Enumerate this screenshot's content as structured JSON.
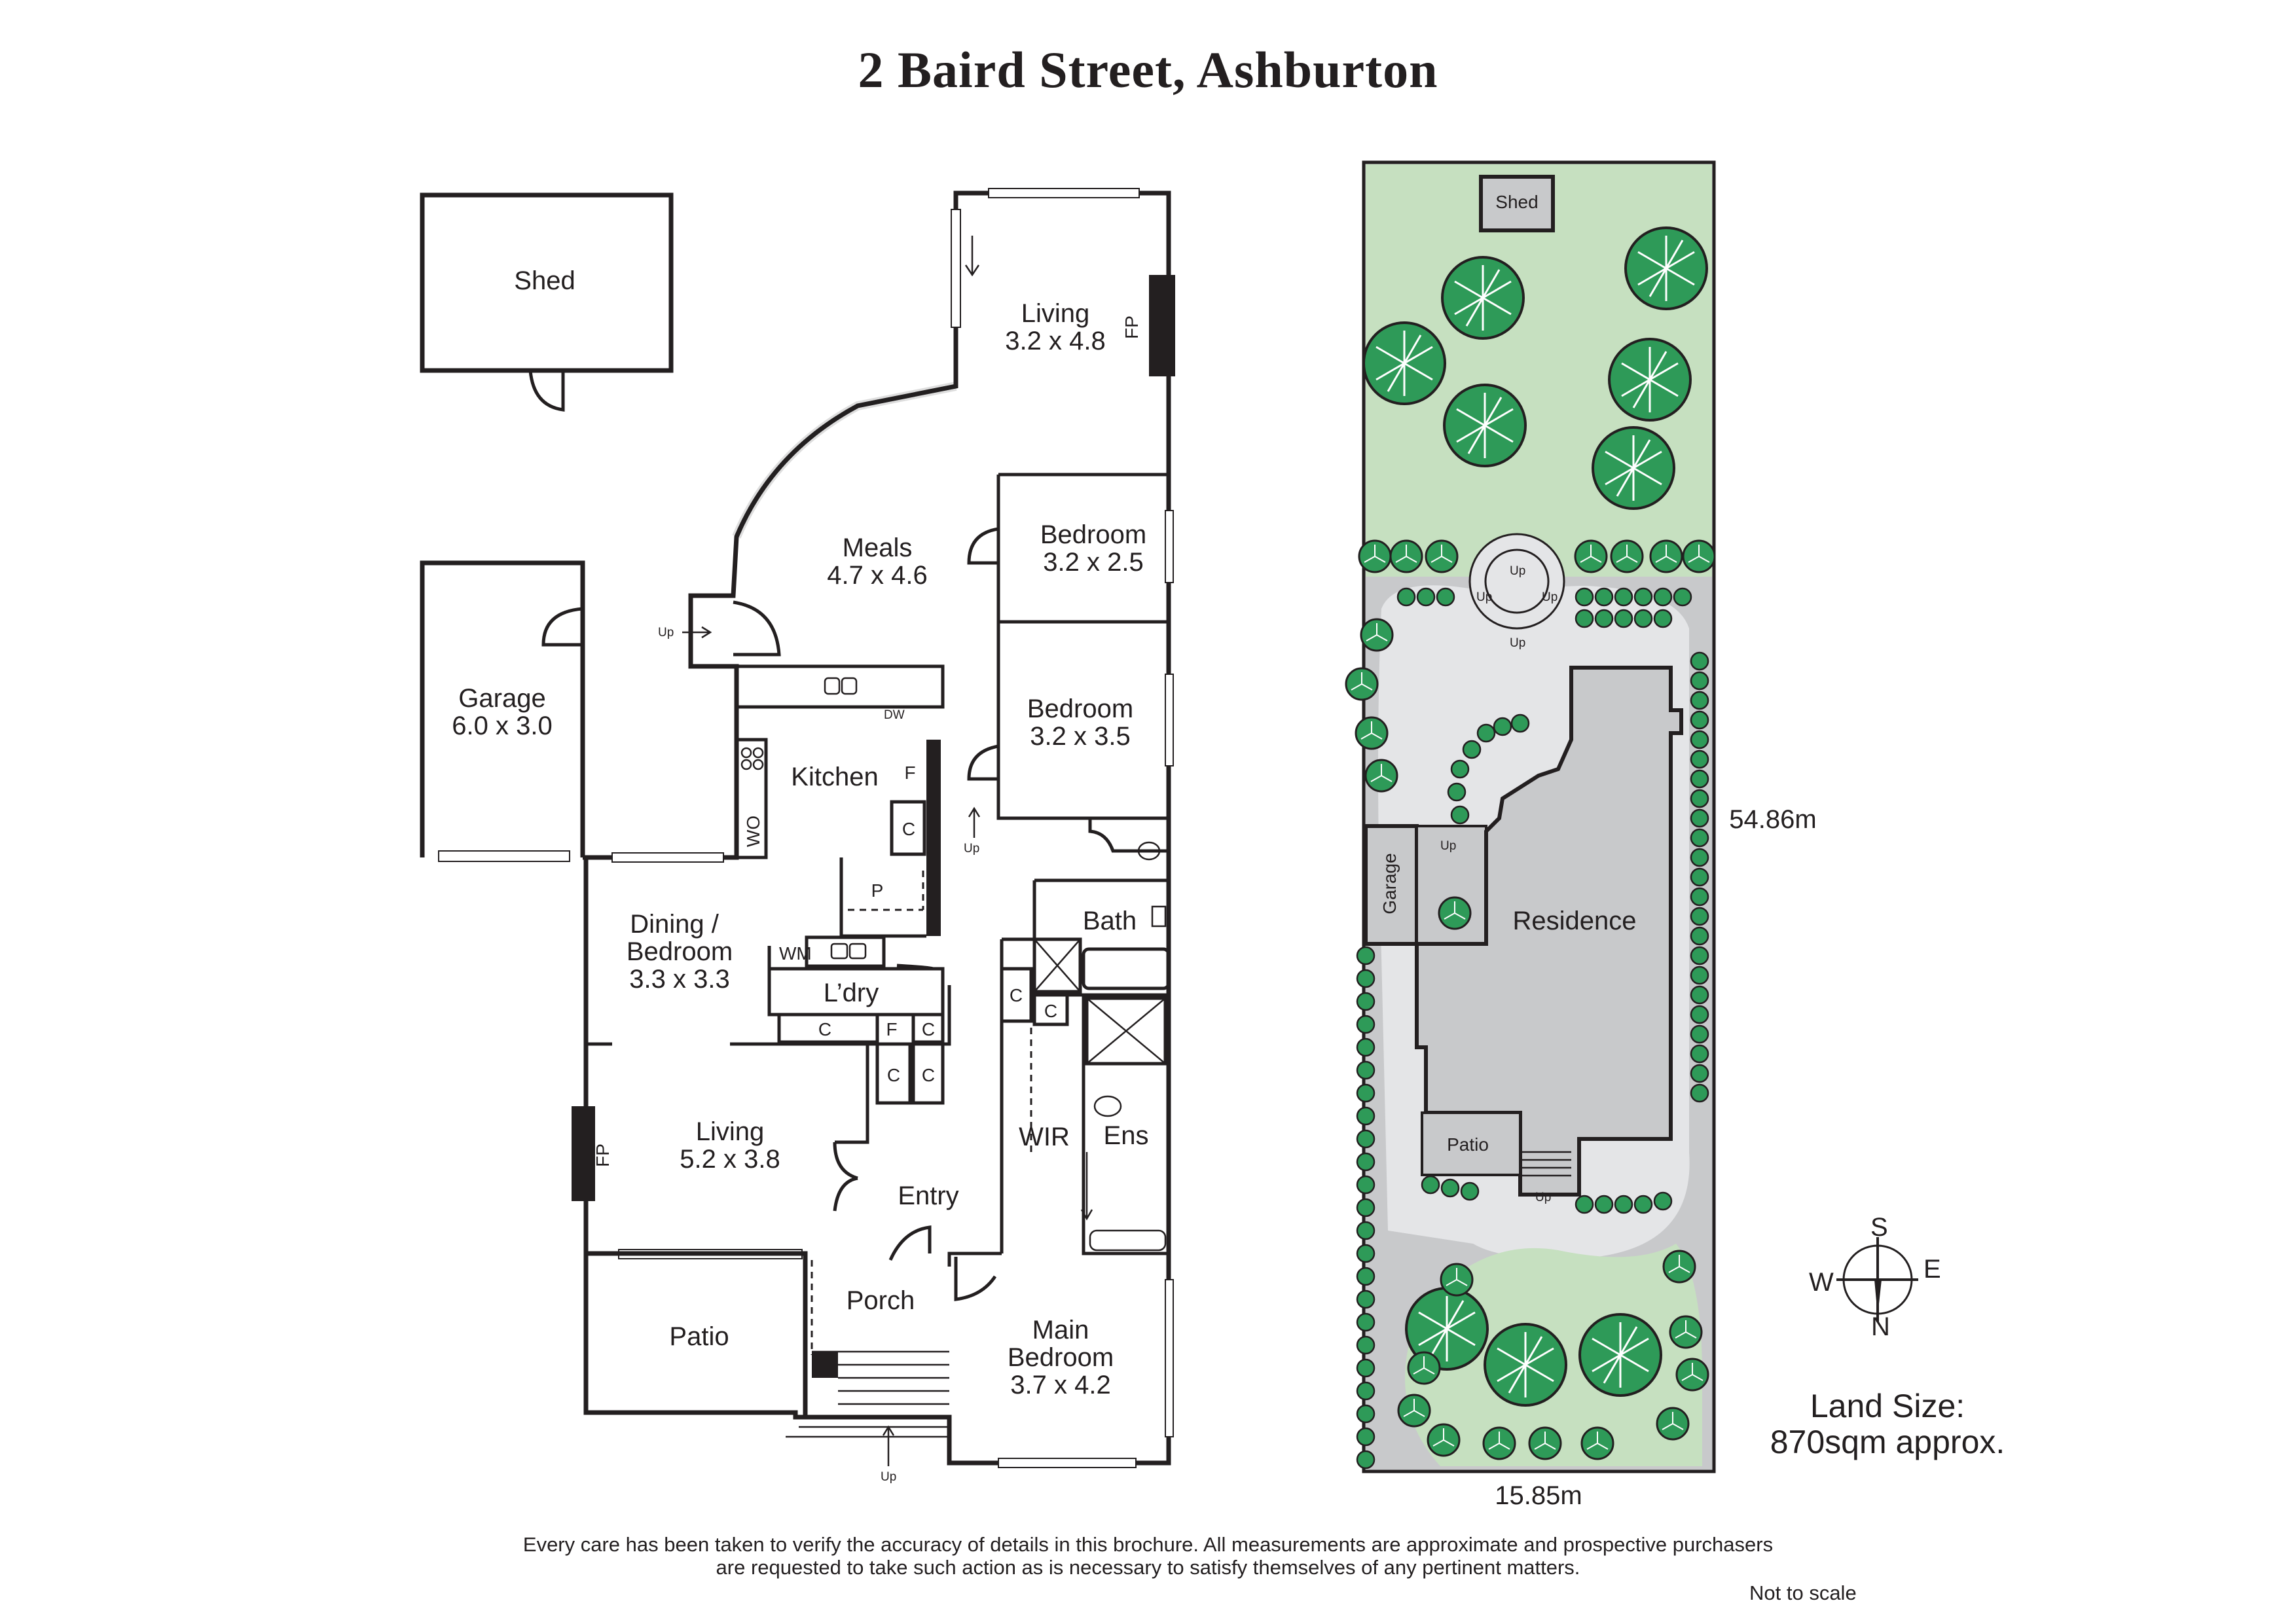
{
  "title": "2 Baird Street, Ashburton",
  "floor_plan": {
    "rooms": {
      "shed": "Shed",
      "living_rear": {
        "name": "Living",
        "size": "3.2 x 4.8"
      },
      "meals": {
        "name": "Meals",
        "size": "4.7 x 4.6"
      },
      "bedroom_2": {
        "name": "Bedroom",
        "size": "3.2 x 2.5"
      },
      "bedroom_3": {
        "name": "Bedroom",
        "size": "3.2 x 3.5"
      },
      "garage": {
        "name": "Garage",
        "size": "6.0 x 3.0"
      },
      "kitchen": "Kitchen",
      "dining": {
        "name_line1": "Dining /",
        "name_line2": "Bedroom",
        "size": "3.3 x 3.3"
      },
      "laundry": "L’dry",
      "bath": "Bath",
      "living_front": {
        "name": "Living",
        "size": "5.2 x 3.8"
      },
      "entry": "Entry",
      "wir": "WIR",
      "ens": "Ens",
      "patio": "Patio",
      "porch": "Porch",
      "main_bedroom": {
        "name_line1": "Main",
        "name_line2": "Bedroom",
        "size": "3.7 x 4.2"
      }
    },
    "fixtures": {
      "fireplace": "FP",
      "up": "Up",
      "dishwasher": "DW",
      "wall_oven": "WO",
      "fridge": "F",
      "cupboard": "C",
      "pantry": "P",
      "washing_machine": "WM"
    }
  },
  "site_plan": {
    "shed": "Shed",
    "garage": "Garage",
    "residence": "Residence",
    "patio": "Patio",
    "up": "Up",
    "depth": "54.86m",
    "width": "15.85m",
    "land_size_label": "Land Size:",
    "land_size_value": "870sqm approx."
  },
  "compass": {
    "s": "S",
    "e": "E",
    "w": "W",
    "n": "N"
  },
  "colors": {
    "lawn": "#c6e0c0",
    "paving": "#e4e5e7",
    "garden_bed": "#c8c9cb",
    "tree_fill": "#2e9a58",
    "building": "#c8c9cb"
  },
  "disclaimer": {
    "line1": "Every care has been taken to verify the accuracy of details in this brochure.  All measurements are approximate and prospective purchasers",
    "line2": "are requested to take such action as is necessary to satisfy themselves of any pertinent matters."
  },
  "not_to_scale": "Not to scale"
}
